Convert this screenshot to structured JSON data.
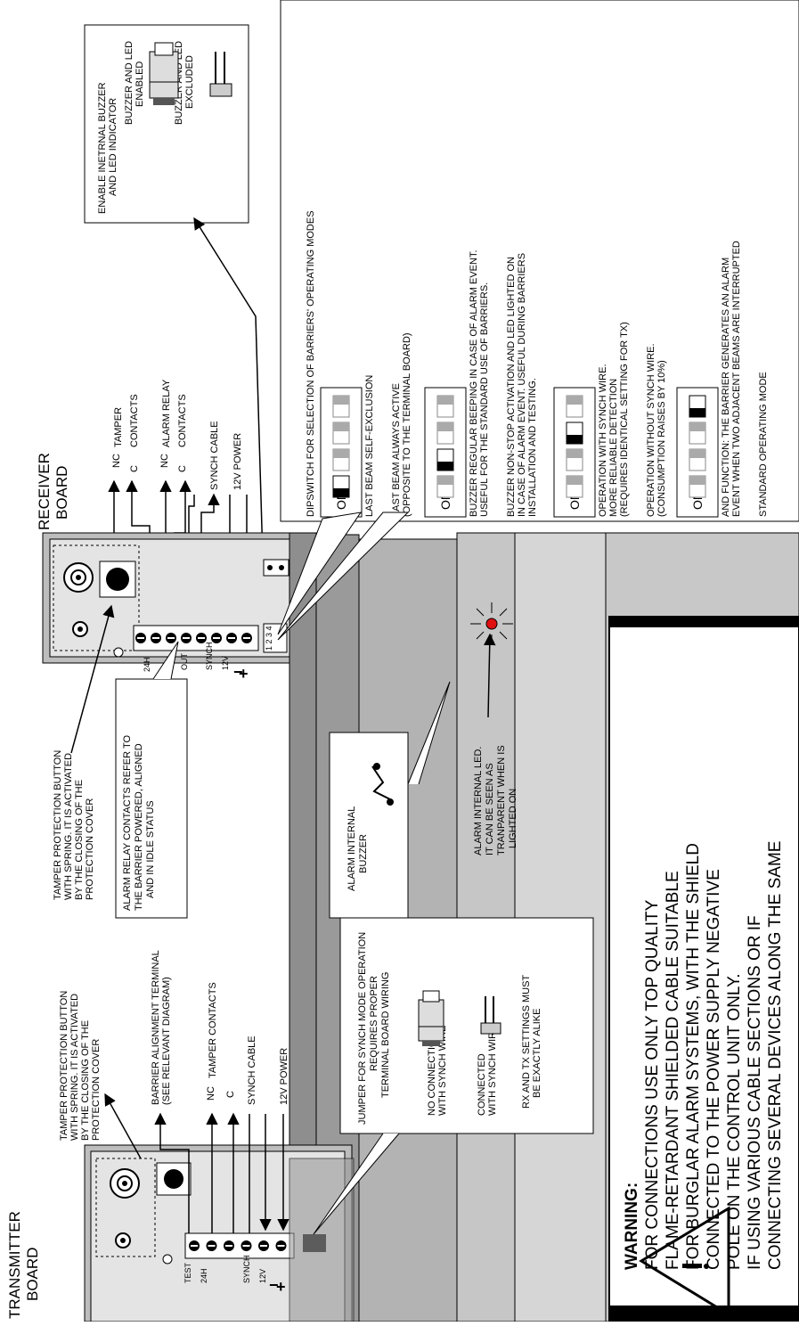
{
  "transmitter": {
    "title_1": "TRANSMITTER",
    "title_2": "BOARD",
    "terminals": [
      "TEST",
      "24H",
      "SYNCH",
      "12V"
    ],
    "callouts": {
      "tamper_button": [
        "TAMPER PROTECTION BUTTON",
        "WITH SPRING. IT IS ACTIVATED",
        "BY THE CLOSING OF THE",
        "PROTECTION COVER"
      ],
      "alignment": [
        "BARRIER ALIGNMENT TERMINAL",
        "(SEE RELEVANT DIAGRAM)"
      ],
      "nc": "NC",
      "c": "C",
      "tamper_contacts": "TAMPER CONTACTS",
      "synch_cable": "SYNCH CABLE",
      "power": "12V POWER"
    },
    "jumper_box": {
      "title": [
        "JUMPER FOR SYNCH MODE OPERATION",
        "REQUIRES PROPER",
        "TERMINAL BOARD WIRING"
      ],
      "no_connection": [
        "NO CONNECTION",
        "WITH SYNCH WIRE"
      ],
      "connected": [
        "CONNECTED",
        "WITH SYNCH WIRE"
      ],
      "note": [
        "RX AND TX SETTINGS MUST",
        "BE EXACTLY ALIKE"
      ]
    }
  },
  "receiver": {
    "title_1": "RECEIVER",
    "title_2": "BOARD",
    "terminals": [
      "24H",
      "OUT",
      "SYNCH",
      "12V"
    ],
    "dip_numbers": "1 2 3 4",
    "callouts": {
      "tamper_button": [
        "TAMPER PROTECTION BUTTON",
        "WITH SPRING. IT IS ACTIVATED",
        "BY THE CLOSING OF THE",
        "PROTECTION COVER"
      ],
      "alarm_relay_note": [
        "ALARM RELAY CONTACTS REFER TO",
        "THE BARRIER POWERED, ALIGNED",
        "AND IN IDLE STATUS"
      ],
      "buzzer_box": [
        "ALARM INTERNAL",
        "BUZZER"
      ],
      "led_note": [
        "ALARM INTERNAL LED.",
        "IT CAN BE SEEN AS",
        "TRANPARENT WHEN IS",
        "LIGHTED ON"
      ],
      "nc1": "NC",
      "c1": "C",
      "tamper_contacts": [
        "TAMPER",
        "CONTACTS"
      ],
      "nc2": "NC",
      "c2": "C",
      "alarm_relay": [
        "ALARM RELAY",
        "CONTACTS"
      ],
      "synch_cable": "SYNCH CABLE",
      "power": "12V POWER"
    },
    "buzzer_jumper_box": {
      "title": [
        "ENABLE INETRNAL BUZZER",
        "AND LED INDICATOR"
      ],
      "enabled": [
        "BUZZER AND LED",
        "ENABLED"
      ],
      "excluded": [
        "BUZZER AND LED",
        "EXCLUDED"
      ]
    }
  },
  "dipswitch": {
    "title": "DIPSWITCH FOR SELECTION OF BARRIERS' OPERATING MODES",
    "on_label": "ON",
    "groups": [
      {
        "active": 1,
        "lines": [
          [
            "LAST BEAM SELF-EXCLUSION"
          ],
          [
            "LAST BEAM ALWAYS ACTIVE",
            "(OPPOSITE TO THE TERMINAL BOARD)"
          ]
        ]
      },
      {
        "active": 2,
        "lines": [
          [
            "BUZZER REGULAR BEEPING IN CASE OF ALARM EVENT.",
            "USEFUL FOR THE STANDARD USE OF BARRIERS."
          ],
          [
            "BUZZER NON-STOP ACTIVATION AND LED LIGHTED ON",
            "IN CASE OF ALARM EVENT. USEFUL DURING BARRIERS",
            "INSTALLATION AND TESTING."
          ]
        ]
      },
      {
        "active": 3,
        "lines": [
          [
            "OPERATION WITH SYNCH WIRE.",
            "MORE RELIABLE DETECTION",
            "(REQUIRES IDENTICAL SETTING FOR TX)"
          ],
          [
            "OPERATION WITHOUT SYNCH WIRE.",
            "(CONSUMPTION RAISES BY 10%)"
          ]
        ]
      },
      {
        "active": 4,
        "lines": [
          [
            "AND FUNCTION: THE BARRIER GENERATES AN ALARM",
            "EVENT WHEN TWO ADJACENT BEAMS ARE INTERRUPTED"
          ],
          [
            "STANDARD OPERATING MODE"
          ]
        ]
      }
    ]
  },
  "warning": {
    "heading": "WARNING:",
    "lines": [
      "FOR CONNECTIONS USE ONLY TOP QUALITY",
      "FLAME-RETARDANT SHIELDED CABLE SUITABLE",
      "FOR BURGLAR ALARM SYSTEMS, WITH THE SHIELD",
      "CONNECTED TO THE POWER SUPPLY NEGATIVE",
      "POLE ON THE CONTROL UNIT ONLY.",
      "IF USING VARIOUS CABLE SECTIONS OR IF",
      "CONNECTING SEVERAL DEVICES ALONG THE SAME"
    ]
  },
  "colors": {
    "led_red": "#e01010",
    "housing_gray": "#a8a8a8",
    "dark_gray": "#6e6e6e"
  }
}
